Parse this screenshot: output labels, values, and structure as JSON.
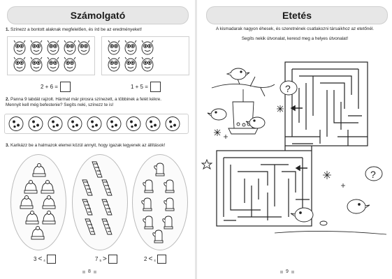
{
  "left_page": {
    "title": "Számolgató",
    "task1": {
      "num": "1.",
      "text": "Színezz a bontott alaknak megfelelően, és írd be az eredményeket!",
      "sum1": "2 + 6 =",
      "sum2": "1 + 5 ="
    },
    "task2": {
      "num": "2.",
      "text_line1": "Panna 9 labdát rajzolt. Hármat már pirosra színezett, a többinek a felét kékre.",
      "text_line2": "Mennyit kell még befestenie? Segíts neki, színezz te is!"
    },
    "task3": {
      "num": "3.",
      "text": "Karikázz be a halmazok elemei közül annyit, hogy igazak legyenek az állítások!",
      "cmp1": {
        "left": "3",
        "sym": "<",
        "small": "4"
      },
      "cmp2": {
        "left": "7",
        "sym": ">",
        "small": "5"
      },
      "cmp3": {
        "left": "2",
        "sym": "<",
        "small": "4"
      }
    },
    "page_number": "8"
  },
  "right_page": {
    "title": "Etetés",
    "intro_line1": "A kismadarak nagyon éhesek, és szeretnének csatlakozni társaikhoz az etetőnél.",
    "intro_line2": "Segíts nekik útvonalat, keresd meg a helyes útvonalat!",
    "page_number": "9"
  }
}
